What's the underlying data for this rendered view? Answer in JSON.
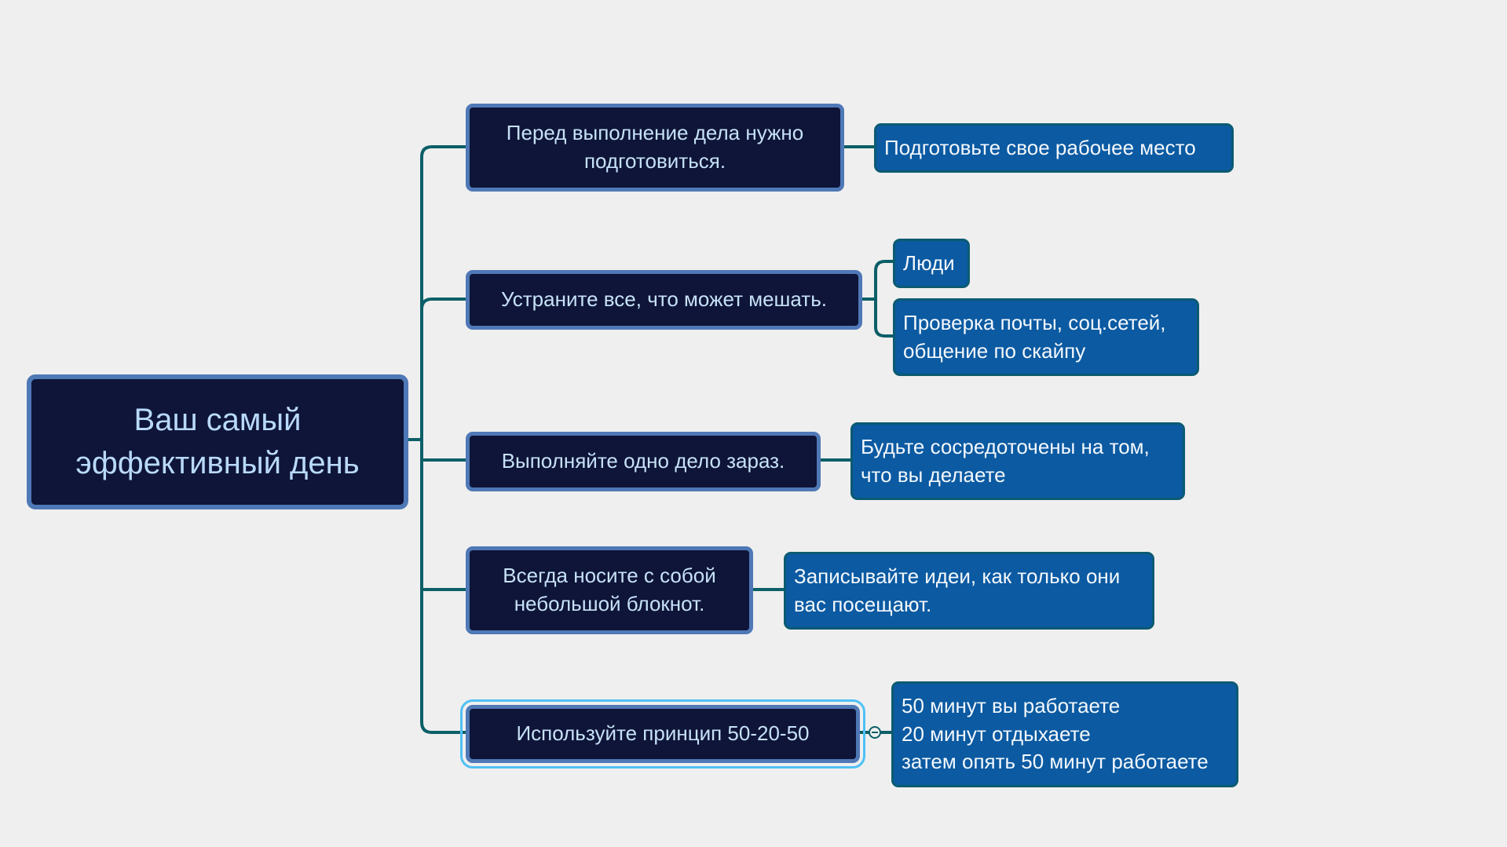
{
  "root": {
    "label": "Ваш самый\nэффективный день"
  },
  "branches": [
    {
      "label": "Перед выполнение дела нужно\nподготовиться.",
      "children": [
        "Подготовьте свое рабочее место"
      ]
    },
    {
      "label": "Устраните все, что может мешать.",
      "children": [
        "Люди",
        "Проверка почты, соц.сетей,\nобщение по скайпу"
      ]
    },
    {
      "label": "Выполняйте одно дело зараз.",
      "children": [
        "Будьте сосредоточены на том,\nчто вы делаете"
      ]
    },
    {
      "label": "Всегда носите с собой\nнебольшой блокнот.",
      "children": [
        "Записывайте идеи, как только они\nвас посещают."
      ]
    },
    {
      "label": "Используйте принцип 50-20-50",
      "children": [
        "50 минут вы работаете\n20 минут отдыхаете\nзатем опять 50 минут работаете"
      ]
    }
  ],
  "colors": {
    "background": "#efefef",
    "node_dark": "#0e1538",
    "node_dark_border": "#4f78b6",
    "node_leaf": "#0b5aa2",
    "connector": "#0c5f68",
    "selection": "#4ec1f5"
  },
  "icons": {
    "collapse_toggle": "collapse-minus-icon"
  }
}
